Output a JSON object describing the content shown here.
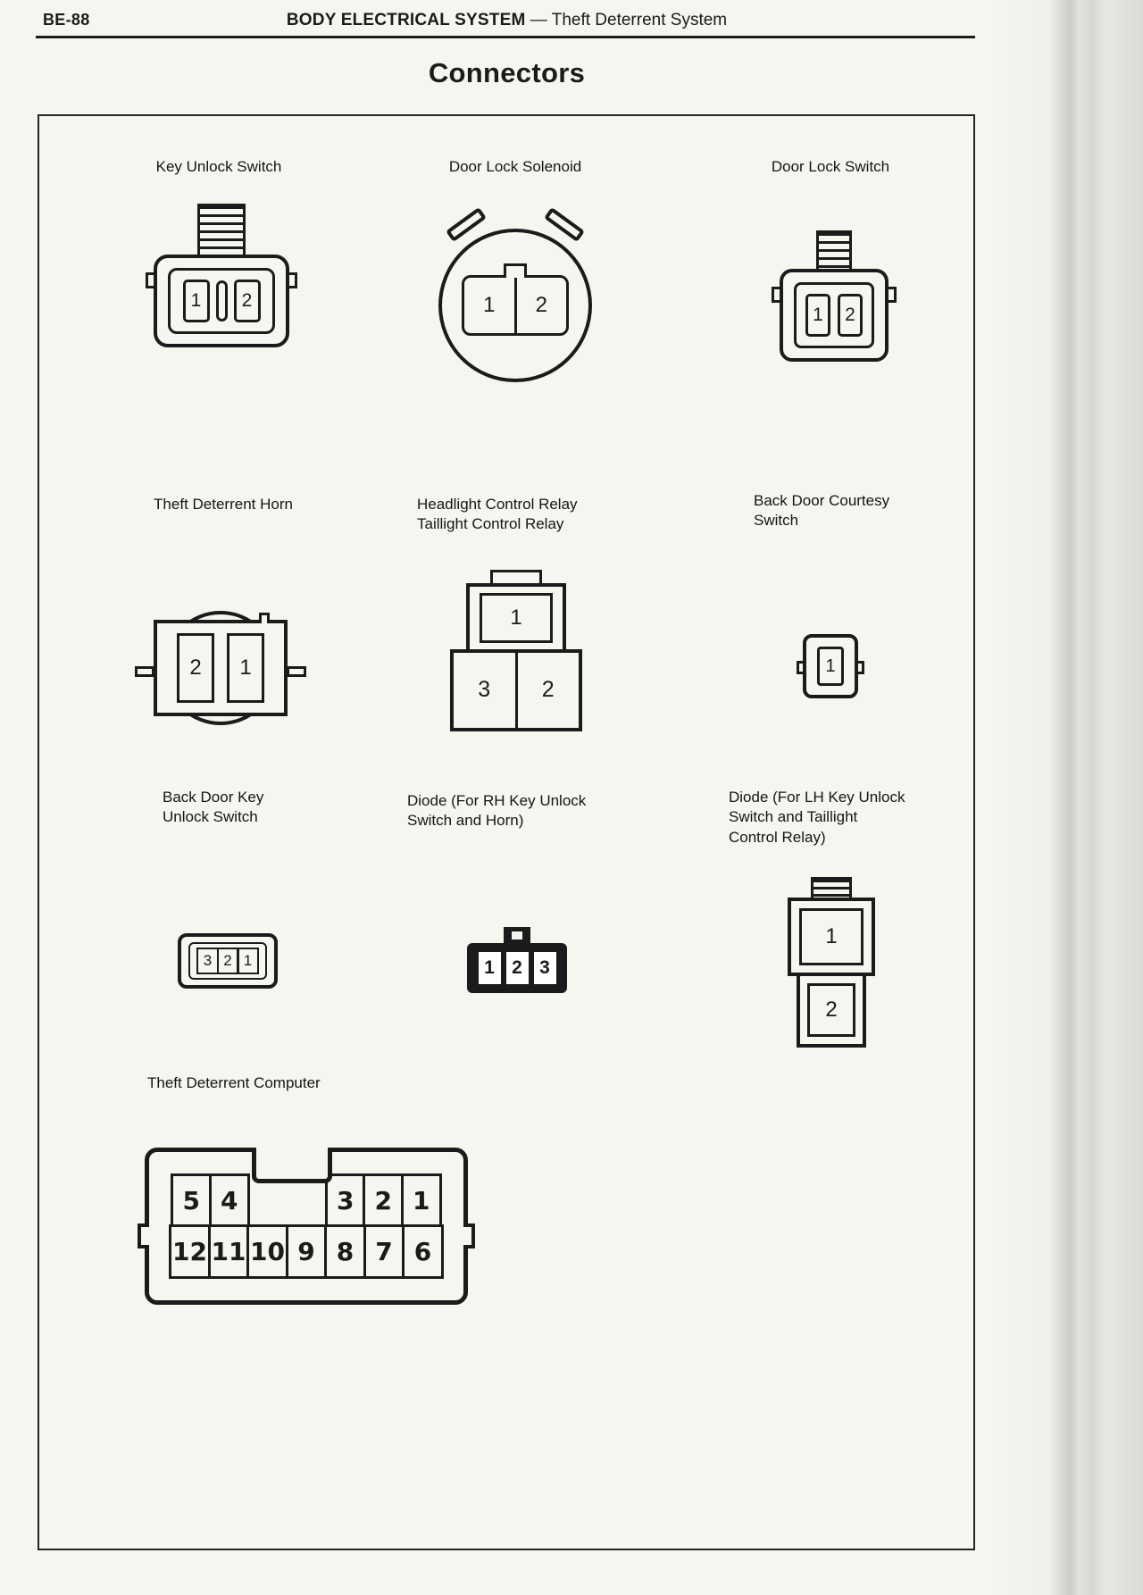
{
  "page": {
    "page_number": "BE-88",
    "header_title_main": "BODY ELECTRICAL SYSTEM",
    "header_title_sub": "— Theft Deterrent System",
    "section_title": "Connectors"
  },
  "connectors": {
    "key_unlock_switch": {
      "label": "Key Unlock Switch",
      "pins": [
        "1",
        "2"
      ]
    },
    "door_lock_solenoid": {
      "label": "Door Lock Solenoid",
      "pins": [
        "1",
        "2"
      ]
    },
    "door_lock_switch": {
      "label": "Door Lock Switch",
      "pins": [
        "1",
        "2"
      ]
    },
    "theft_deterrent_horn": {
      "label": "Theft Deterrent Horn",
      "pins": [
        "2",
        "1"
      ]
    },
    "headlight_taillight_relay": {
      "label_line1": "Headlight Control Relay",
      "label_line2": "Taillight Control Relay",
      "pin_top": "1",
      "pin_bottom_left": "3",
      "pin_bottom_right": "2"
    },
    "back_door_courtesy_switch": {
      "label_line1": "Back Door Courtesy",
      "label_line2": "Switch",
      "pin": "1"
    },
    "back_door_key_unlock_switch": {
      "label_line1": "Back Door Key",
      "label_line2": "Unlock Switch",
      "pins": [
        "3",
        "2",
        "1"
      ]
    },
    "diode_rh": {
      "label_line1": "Diode (For RH Key Unlock",
      "label_line2": "Switch and Horn)",
      "pins": [
        "1",
        "2",
        "3"
      ]
    },
    "diode_lh": {
      "label_line1": "Diode (For LH Key Unlock",
      "label_line2": "Switch and Taillight",
      "label_line3": "Control Relay)",
      "pin_top": "1",
      "pin_bottom": "2"
    },
    "theft_deterrent_computer": {
      "label": "Theft Deterrent Computer",
      "pins_top": [
        "5",
        "4",
        "3",
        "2",
        "1"
      ],
      "pins_bottom": [
        "12",
        "11",
        "10",
        "9",
        "8",
        "7",
        "6"
      ]
    }
  }
}
